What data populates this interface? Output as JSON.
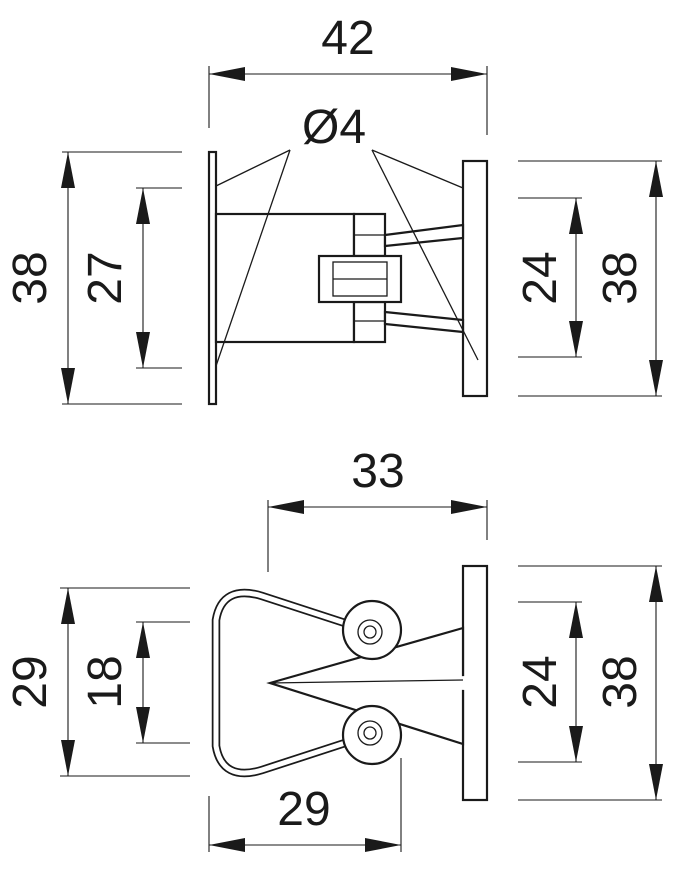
{
  "top_view": {
    "width_label": "42",
    "hole_label": "Ø4",
    "left_outer_label": "38",
    "left_inner_label": "27",
    "right_inner_label": "24",
    "right_outer_label": "38"
  },
  "bottom_view": {
    "width_label": "33",
    "left_outer_label": "29",
    "left_inner_label": "18",
    "right_inner_label": "24",
    "right_outer_label": "38",
    "bottom_width_label": "29"
  }
}
